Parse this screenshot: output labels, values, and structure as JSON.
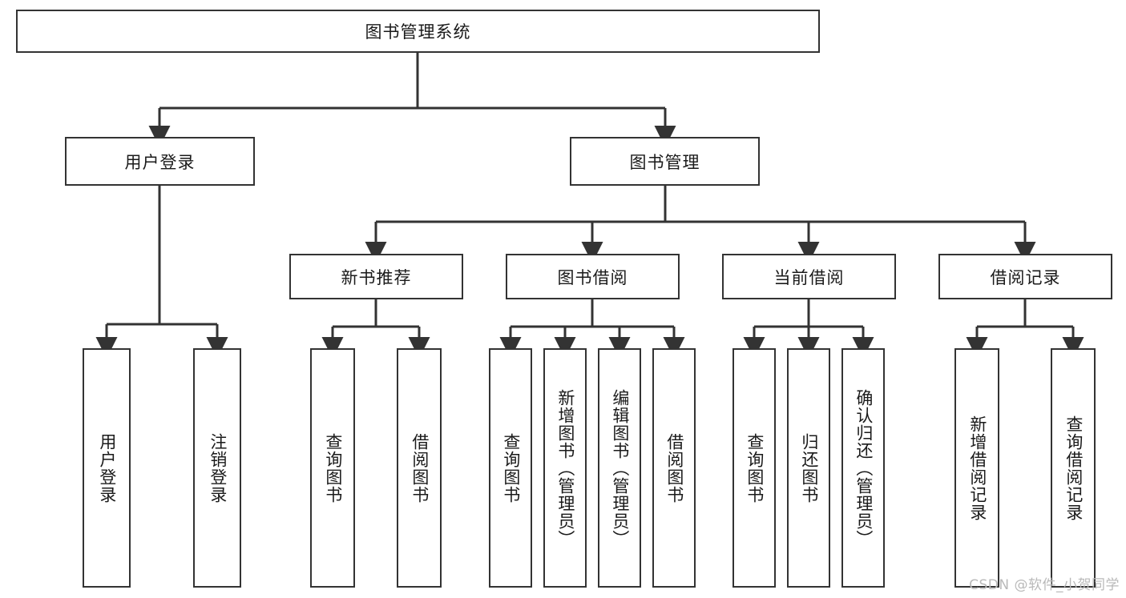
{
  "diagram": {
    "title": "图书管理系统",
    "root": {
      "label": "图书管理系统"
    },
    "level2": [
      {
        "label": "用户登录"
      },
      {
        "label": "图书管理"
      }
    ],
    "level3": [
      {
        "label": "新书推荐"
      },
      {
        "label": "图书借阅"
      },
      {
        "label": "当前借阅"
      },
      {
        "label": "借阅记录"
      }
    ],
    "leaves": {
      "user_login": [
        {
          "label": "用户登录"
        },
        {
          "label": "注销登录"
        }
      ],
      "new_book_recommend": [
        {
          "label": "查询图书"
        },
        {
          "label": "借阅图书"
        }
      ],
      "book_borrow": [
        {
          "label": "查询图书"
        },
        {
          "label": "新增图书（管理员）"
        },
        {
          "label": "编辑图书（管理员）"
        },
        {
          "label": "借阅图书"
        }
      ],
      "current_borrow": [
        {
          "label": "查询图书"
        },
        {
          "label": "归还图书"
        },
        {
          "label": "确认归还（管理员）"
        }
      ],
      "borrow_record": [
        {
          "label": "新增借阅记录"
        },
        {
          "label": "查询借阅记录"
        }
      ]
    }
  },
  "watermark": {
    "text": "CSDN @软件_小贺同学"
  },
  "colors": {
    "stroke": "#333333",
    "fill": "#ffffff",
    "text": "#1a1a1a",
    "watermark": "#b9b9b9"
  }
}
